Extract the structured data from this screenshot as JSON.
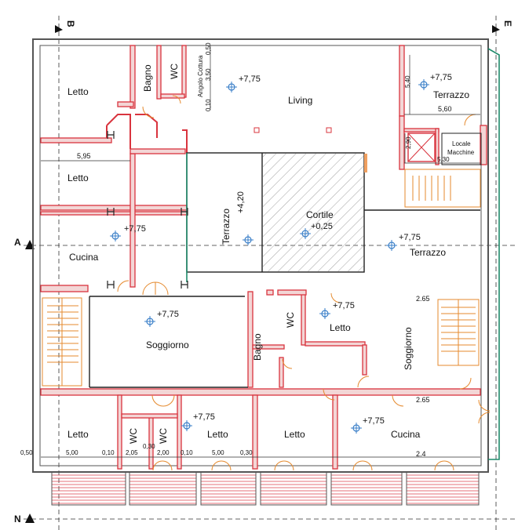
{
  "rooms": {
    "letto_nw": "Letto",
    "bagno_n": "Bagno",
    "wc_n": "WC",
    "angolo_cottura": "Angolo Cottura",
    "living": "Living",
    "terrazzo_ne": "Terrazzo",
    "locale_macchine": "Locale Macchine",
    "letto_w2": "Letto",
    "cucina_w": "Cucina",
    "terrazzo_mid": "Terrazzo",
    "terrazzo_mid_elev": "+4,20",
    "cortile": "Cortile",
    "cortile_elev": "+0,25",
    "terrazzo_e": "Terrazzo",
    "soggiorno_c": "Soggiorno",
    "bagno_c": "Bagno",
    "wc_c": "WC",
    "letto_c": "Letto",
    "soggiorno_e": "Soggiorno",
    "letto_sw": "Letto",
    "wc_s1": "WC",
    "wc_s2": "WC",
    "letto_s2": "Letto",
    "letto_s3": "Letto",
    "cucina_se": "Cucina"
  },
  "elevations": {
    "living": "+7,75",
    "terrazzo_ne": "+7,75",
    "cucina_w": "+7,75",
    "terrazzo_e": "+7,75",
    "soggiorno_c": "+7,75",
    "letto_c": "+7,75",
    "letto_s2": "+7,75",
    "cucina_se": "+7,75"
  },
  "dimensions": {
    "d_595": "5,95",
    "d_560": "5,60",
    "d_530": "5,30",
    "d_290": "2,90",
    "d_540": "5,40",
    "d_350": "3,50",
    "d_010": "0,10",
    "d_050": "0,50",
    "d_265a": "2.65",
    "d_265b": "2.65",
    "d_24": "2.4",
    "d_030": "0,30",
    "bottom": [
      "0,50",
      "5,00",
      "0,10",
      "2,05",
      "2,00",
      "0,10",
      "5,00",
      "0,30"
    ]
  },
  "axes": {
    "b": "B",
    "e": "E",
    "a": "A",
    "n": "N"
  },
  "colors": {
    "wall": "#d9343e",
    "wall_fill": "#f3d6d6",
    "outer_wall": "#555555",
    "stair": "#e58a2e",
    "terrace_edge": "#1f8a6a",
    "symbol": "#3a7fc8",
    "hatch": "#9a9a9a",
    "door": "#e58a2e"
  }
}
